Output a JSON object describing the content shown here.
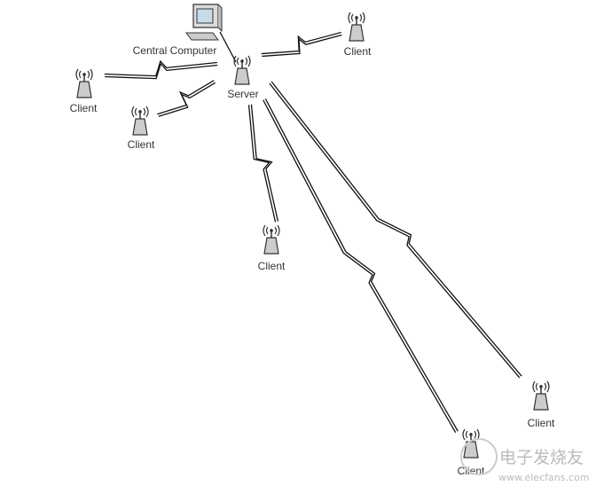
{
  "nodes": {
    "central": {
      "label": "Central Computer",
      "icon": "computer-icon"
    },
    "server": {
      "label": "Server",
      "icon": "antenna-tower-icon"
    },
    "clients": [
      {
        "label": "Client"
      },
      {
        "label": "Client"
      },
      {
        "label": "Client"
      },
      {
        "label": "Client"
      },
      {
        "label": "Client"
      },
      {
        "label": "Client"
      }
    ]
  },
  "watermark": {
    "title": "电子发烧友",
    "url": "www.elecfans.com"
  },
  "colors": {
    "line": "#111111",
    "text": "#333333",
    "screen": "#c8dbe8"
  }
}
